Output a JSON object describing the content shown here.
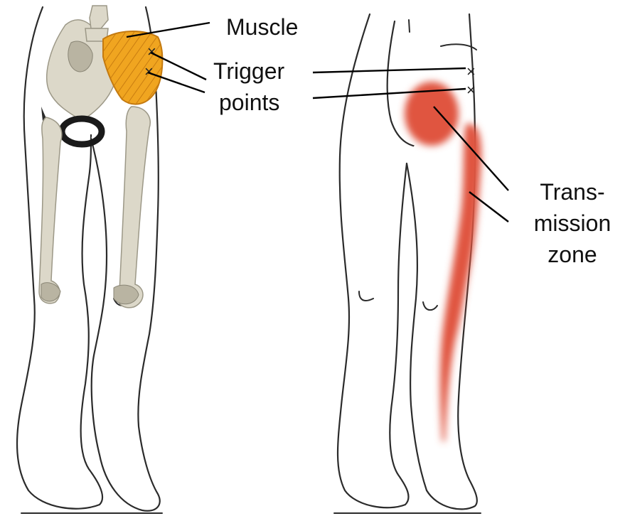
{
  "labels": {
    "muscle": "Muscle",
    "trigger_line1": "Trigger",
    "trigger_line2": "points",
    "zone_line1": "Trans-",
    "zone_line2": "mission",
    "zone_line3": "zone"
  },
  "colors": {
    "muscle": "#f0a520",
    "referred_pain": "#e0553f",
    "bone": "#dcd8c9",
    "outline": "#2b2b2b"
  },
  "markers": {
    "trigger_point_symbol": "×"
  }
}
